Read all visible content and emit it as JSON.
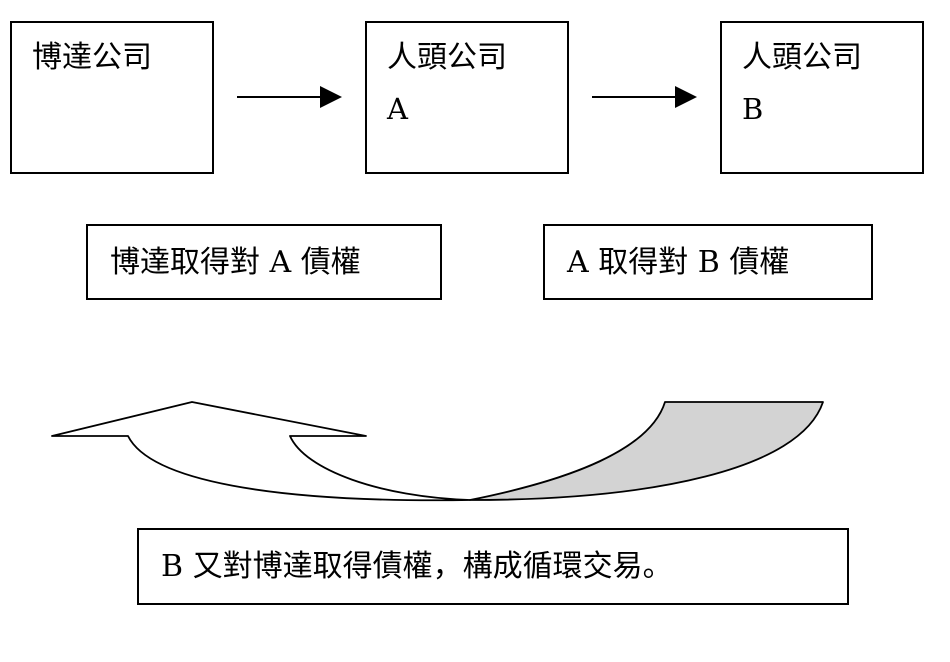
{
  "companies": {
    "boda": "博達公司",
    "nominee_a": {
      "name": "人頭公司",
      "code": "A"
    },
    "nominee_b": {
      "name": "人頭公司",
      "code": "B"
    }
  },
  "notes": {
    "boda_claim_on_a": "博達取得對 A 債權",
    "a_claim_on_b": "A 取得對 B 債權",
    "b_claim_on_boda": "B 又對博達取得債權，構成循環交易。"
  },
  "colors": {
    "line": "#000000",
    "fill_shade": "#d3d3d3",
    "background": "#ffffff"
  }
}
